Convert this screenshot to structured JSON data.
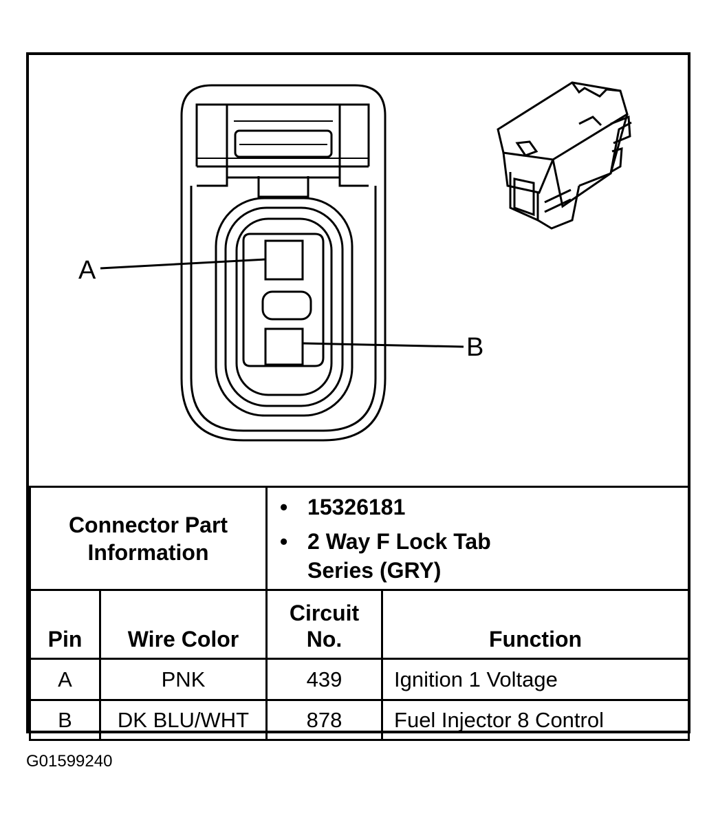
{
  "diagram": {
    "pin_labels": {
      "a": "A",
      "b": "B"
    }
  },
  "connector_part_info": {
    "label_line1": "Connector Part",
    "label_line2": "Information",
    "part_number": "15326181",
    "description_line1": "2 Way F Lock Tab",
    "description_line2": "Series (GRY)"
  },
  "pin_table": {
    "headers": {
      "pin": "Pin",
      "wire_color": "Wire Color",
      "circuit_line1": "Circuit",
      "circuit_line2": "No.",
      "function": "Function"
    },
    "rows": [
      {
        "pin": "A",
        "wire_color": "PNK",
        "circuit": "439",
        "function": "Ignition 1 Voltage"
      },
      {
        "pin": "B",
        "wire_color": "DK BLU/WHT",
        "circuit": "878",
        "function": "Fuel Injector 8 Control"
      }
    ]
  },
  "image_id": "G01599240",
  "bullet_glyph": "•"
}
